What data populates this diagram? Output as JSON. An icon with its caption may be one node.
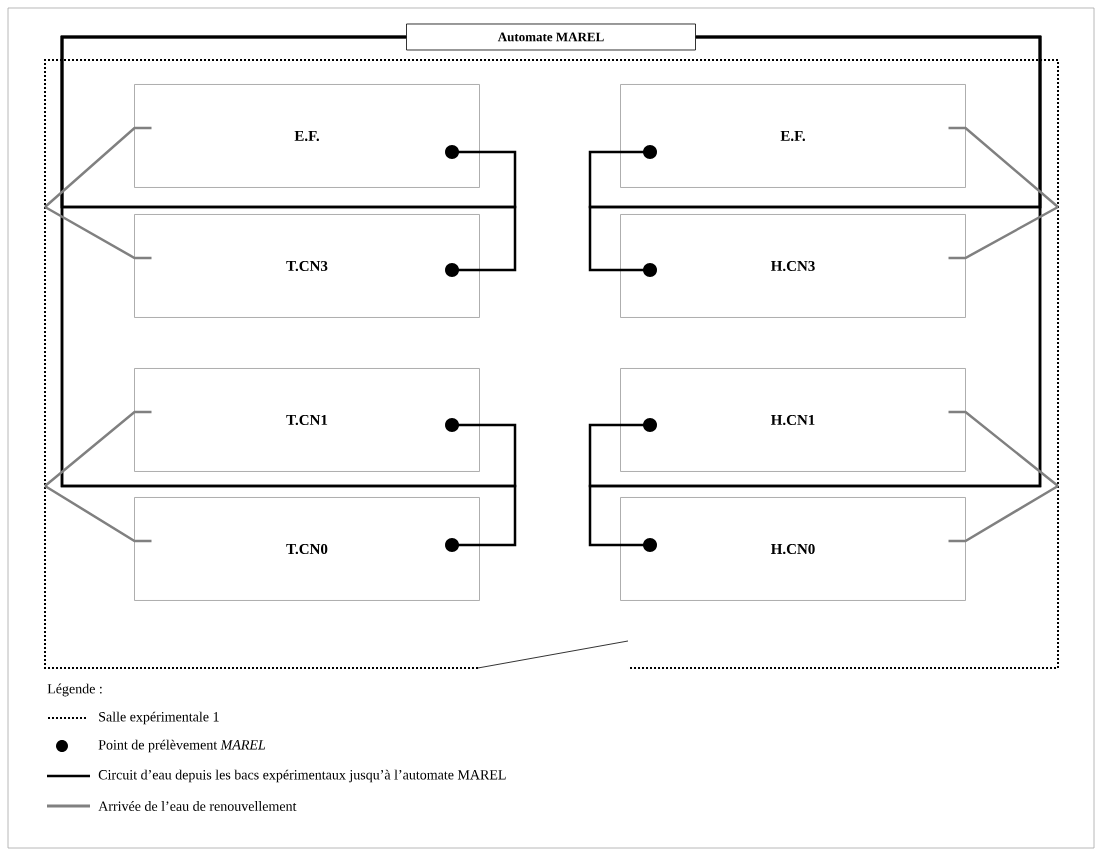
{
  "diagram": {
    "nodes": [
      {
        "text": [
          "Automate MAREL"
        ]
      },
      {
        "text": [],
        "shape": "box"
      },
      {
        "text": [
          "E.F."
        ],
        "in": 1
      },
      {
        "text": [
          "T.CN3"
        ],
        "in": 1
      },
      {
        "text": [
          "T.CN1"
        ],
        "in": 1
      },
      {
        "text": [
          "T.CN0"
        ],
        "in": 1
      },
      {
        "text": [
          "E.F."
        ],
        "in": 1
      },
      {
        "text": [
          "H.CN3"
        ],
        "in": 1
      },
      {
        "text": [
          "H.CN1"
        ],
        "in": 1
      },
      {
        "text": [
          "H.CN0"
        ],
        "in": 1
      }
    ],
    "edges": [
      {
        "from": 2,
        "to": 0,
        "arrow": "other",
        "color": "#000000"
      },
      {
        "from": 3,
        "to": 0,
        "arrow": "other",
        "color": "#000000"
      },
      {
        "from": 4,
        "to": 0,
        "arrow": "other",
        "color": "#000000"
      },
      {
        "from": 5,
        "to": 0,
        "arrow": "other",
        "color": "#000000"
      },
      {
        "from": 6,
        "to": 0,
        "arrow": "other",
        "color": "#000000"
      },
      {
        "from": 7,
        "to": 0,
        "arrow": "other",
        "color": "#000000"
      },
      {
        "from": 8,
        "to": 0,
        "arrow": "other",
        "color": "#000000"
      },
      {
        "from": 9,
        "to": 0,
        "arrow": "other",
        "color": "#000000"
      },
      {
        "from": null,
        "to": 2,
        "arrow": "none",
        "color": "#808080"
      },
      {
        "from": null,
        "to": 3,
        "arrow": "none",
        "color": "#808080"
      },
      {
        "from": null,
        "to": 4,
        "arrow": "none",
        "color": "#808080"
      },
      {
        "from": null,
        "to": 5,
        "arrow": "none",
        "color": "#808080"
      },
      {
        "from": null,
        "to": 6,
        "arrow": "none",
        "color": "#808080"
      },
      {
        "from": null,
        "to": 7,
        "arrow": "none",
        "color": "#808080"
      },
      {
        "from": null,
        "to": 8,
        "arrow": "none",
        "color": "#808080"
      },
      {
        "from": null,
        "to": 9,
        "arrow": "none",
        "color": "#808080"
      }
    ],
    "labels": [
      "Légende :"
    ],
    "legend": [
      {
        "text": "Salle expérimentale 1"
      },
      {
        "text": "Point de prélèvement *MAREL*"
      },
      {
        "text": "Circuit d’eau depuis les bacs expérimentaux jusqu’à l’automate MAREL"
      },
      {
        "text": "Arrivée de l’eau de renouvellement"
      }
    ]
  }
}
